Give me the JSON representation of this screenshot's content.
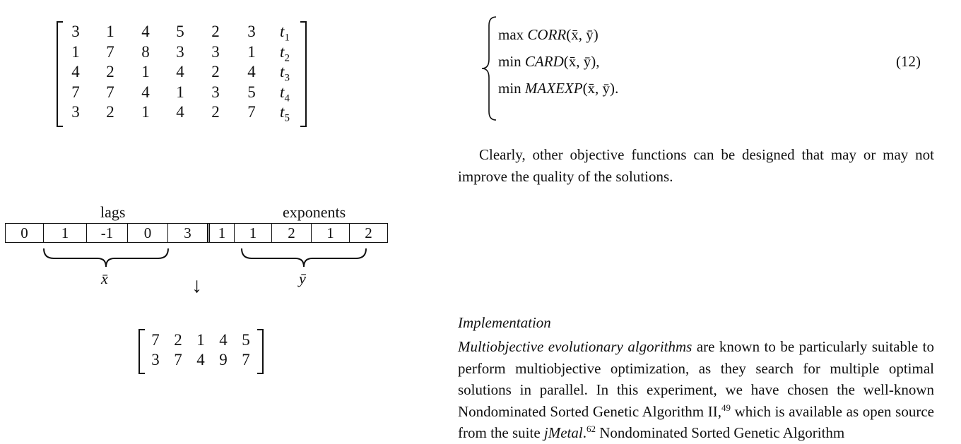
{
  "matrix_top": {
    "rows": [
      [
        "3",
        "1",
        "4",
        "5",
        "2",
        "3",
        "t",
        "1"
      ],
      [
        "1",
        "7",
        "8",
        "3",
        "3",
        "1",
        "t",
        "2"
      ],
      [
        "4",
        "2",
        "1",
        "4",
        "2",
        "4",
        "t",
        "3"
      ],
      [
        "7",
        "7",
        "4",
        "1",
        "3",
        "5",
        "t",
        "4"
      ],
      [
        "3",
        "2",
        "1",
        "4",
        "2",
        "7",
        "t",
        "5"
      ]
    ]
  },
  "chromosome": {
    "lags_label": "lags",
    "exponents_label": "exponents",
    "lags": [
      "0",
      "1",
      "-1",
      "0",
      "3"
    ],
    "exponents": [
      "1",
      "1",
      "2",
      "1",
      "2"
    ],
    "x_bar_label": "x̄",
    "y_bar_label": "ȳ",
    "arrow": "↓"
  },
  "matrix_bottom": {
    "rows": [
      [
        "7",
        "2",
        "1",
        "4",
        "5"
      ],
      [
        "3",
        "7",
        "4",
        "9",
        "7"
      ]
    ]
  },
  "objectives": {
    "lines": [
      {
        "op": "max",
        "fn": "CORR",
        "args": "(x̄, ȳ)",
        "tail": ""
      },
      {
        "op": "min",
        "fn": "CARD",
        "args": "(x̄, ȳ)",
        "tail": ","
      },
      {
        "op": "min",
        "fn": "MAXEXP",
        "args": "(x̄, ȳ)",
        "tail": "."
      }
    ],
    "equation_number": "(12)"
  },
  "paragraph1": "Clearly, other objective functions can be designed that may or may not improve the quality of the solutions.",
  "heading": "Implementation",
  "paragraph2": {
    "em": "Multiobjective evolutionary algorithms",
    "text_a": " are known to be particularly suitable to perform multiobjective optimization, as they search for multiple optimal solutions in parallel. In this experiment, we have chosen the well-known Nondominated Sorted Genetic Algorithm II,",
    "ref1": "49",
    "text_b": " which is available as open source from the suite ",
    "em2": "jMetal",
    "text_c": ".",
    "ref2": "62",
    "text_d": " Nondominated Sorted Genetic Algorithm"
  }
}
